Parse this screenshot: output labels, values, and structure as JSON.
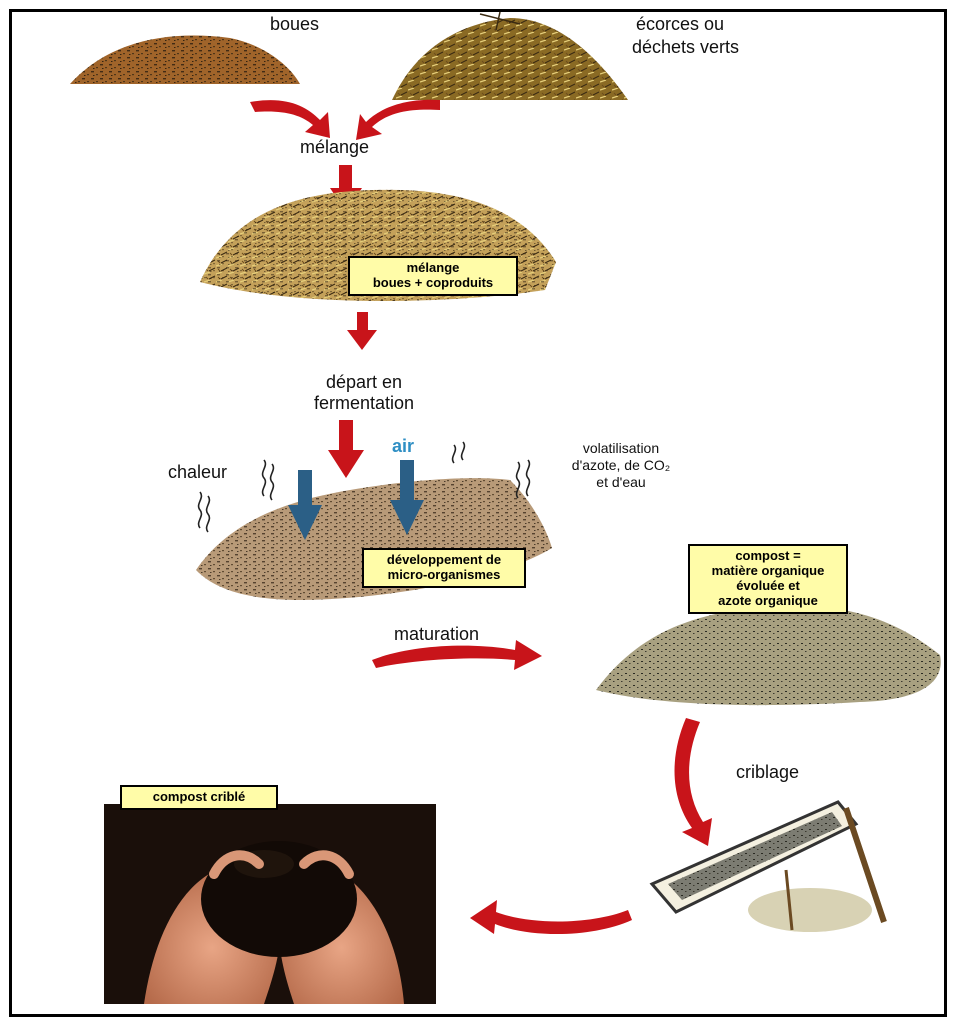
{
  "labels": {
    "boues": "boues",
    "ecorces_line1": "écorces ou",
    "ecorces_line2": "déchets verts",
    "melange": "mélange",
    "depart_line1": "départ en",
    "depart_line2": "fermentation",
    "air": "air",
    "chaleur": "chaleur",
    "volat_line1": "volatilisation",
    "volat_line2": "d'azote, de CO₂",
    "volat_line3": "et d'eau",
    "maturation": "maturation",
    "criblage": "criblage"
  },
  "boxes": {
    "melange_box": [
      "mélange",
      "boues + coproduits"
    ],
    "dev_box": [
      "développement de",
      "micro-organismes"
    ],
    "compost_box": [
      "compost =",
      "matière organique",
      "évoluée et",
      "azote organique"
    ],
    "crible_box": [
      "compost criblé"
    ]
  },
  "colors": {
    "arrow": "#c8141a",
    "air_arrow": "#2b5f86",
    "air_text": "#2f8fc4",
    "label_box": "#fffca8",
    "sludge": "#a0642a",
    "bark": "#8a6a24",
    "mix_pile": "#c4a15a",
    "ferment_pile": "#b89a78",
    "compost_pile": "#a8a080"
  }
}
